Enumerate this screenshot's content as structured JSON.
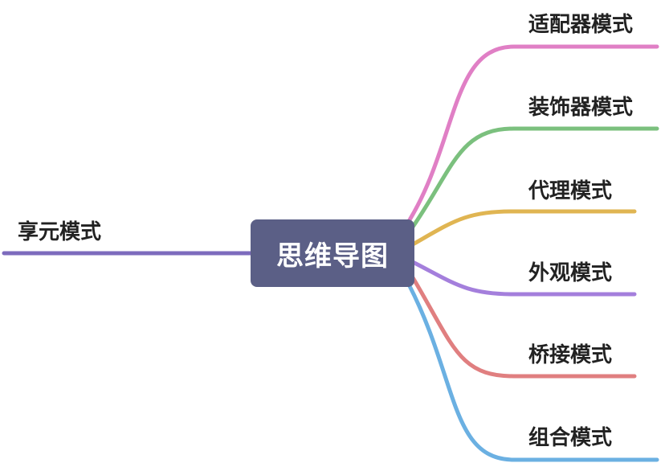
{
  "root": {
    "label": "思维导图",
    "color": "#5b5f86"
  },
  "branches": [
    {
      "label": "适配器模式",
      "color": "#e07fc5",
      "side": "right"
    },
    {
      "label": "装饰器模式",
      "color": "#7bc07e",
      "side": "right"
    },
    {
      "label": "代理模式",
      "color": "#e0b552",
      "side": "right"
    },
    {
      "label": "外观模式",
      "color": "#a47fdc",
      "side": "right"
    },
    {
      "label": "桥接模式",
      "color": "#e07f80",
      "side": "right"
    },
    {
      "label": "组合模式",
      "color": "#6bb0e2",
      "side": "right"
    },
    {
      "label": "享元模式",
      "color": "#7d6bbd",
      "side": "left"
    }
  ]
}
